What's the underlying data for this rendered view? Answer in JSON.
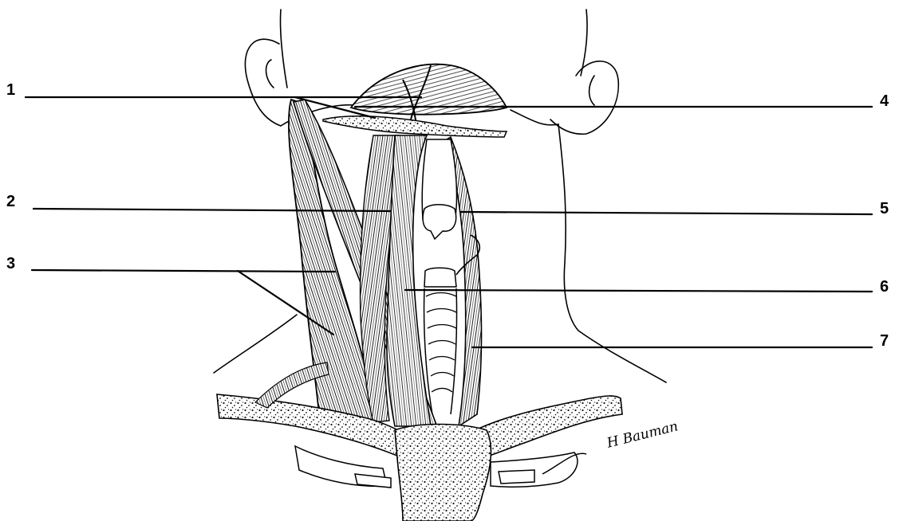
{
  "figure": {
    "labels_left": [
      "1",
      "2",
      "3"
    ],
    "labels_right": [
      "4",
      "5",
      "6",
      "7"
    ],
    "signature": "H Bauman"
  },
  "colors": {
    "ink": "#000000",
    "paper": "#ffffff",
    "stipple": "#1a1a1a"
  }
}
